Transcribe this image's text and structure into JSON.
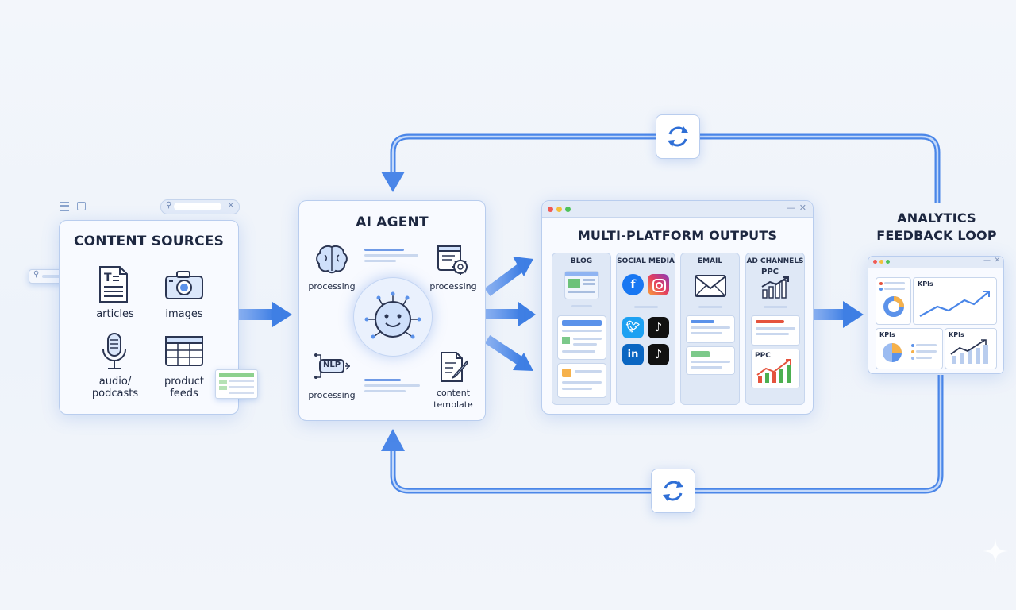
{
  "content_sources": {
    "title": "CONTENT SOURCES",
    "items": [
      {
        "label": "articles",
        "icon": "article-icon"
      },
      {
        "label": "images",
        "icon": "camera-icon"
      },
      {
        "label": "audio/\npodcasts",
        "icon": "microphone-icon"
      },
      {
        "label": "product\nfeeds",
        "icon": "table-icon"
      }
    ]
  },
  "ai_agent": {
    "title": "AI AGENT",
    "items": [
      {
        "label": "processing",
        "icon": "brain-icon"
      },
      {
        "label": "processing",
        "icon": "settings-document-icon"
      },
      {
        "label": "processing",
        "icon": "nlp-icon"
      },
      {
        "label": "content\ntemplate",
        "icon": "template-icon"
      }
    ],
    "center_icon": "robot-icon",
    "nlp_text": "NLP"
  },
  "outputs": {
    "title": "MULTI-PLATFORM OUTPUTS",
    "columns": [
      {
        "label": "BLOG"
      },
      {
        "label": "SOCIAL MEDIA"
      },
      {
        "label": "EMAIL"
      },
      {
        "label": "AD CHANNELS"
      }
    ],
    "ppc_labels": [
      "PPC",
      "PPC"
    ],
    "social_icons": [
      "facebook-icon",
      "instagram-icon",
      "twitter-icon",
      "tiktok-icon",
      "linkedin-icon",
      "tiktok-icon"
    ]
  },
  "analytics": {
    "title_line1": "ANALYTICS",
    "title_line2": "FEEDBACK LOOP",
    "kpi_labels": [
      "KPIs",
      "KPIs",
      "KPIs"
    ]
  },
  "colors": {
    "accent": "#4a86e8",
    "arrow": "#5b92ea",
    "panel_border": "#b9cdee",
    "facebook": "#1877f2",
    "twitter": "#1da1f2",
    "linkedin": "#0a66c2",
    "tiktok": "#111111",
    "chart_red": "#e5533d",
    "chart_green": "#4caf50"
  }
}
